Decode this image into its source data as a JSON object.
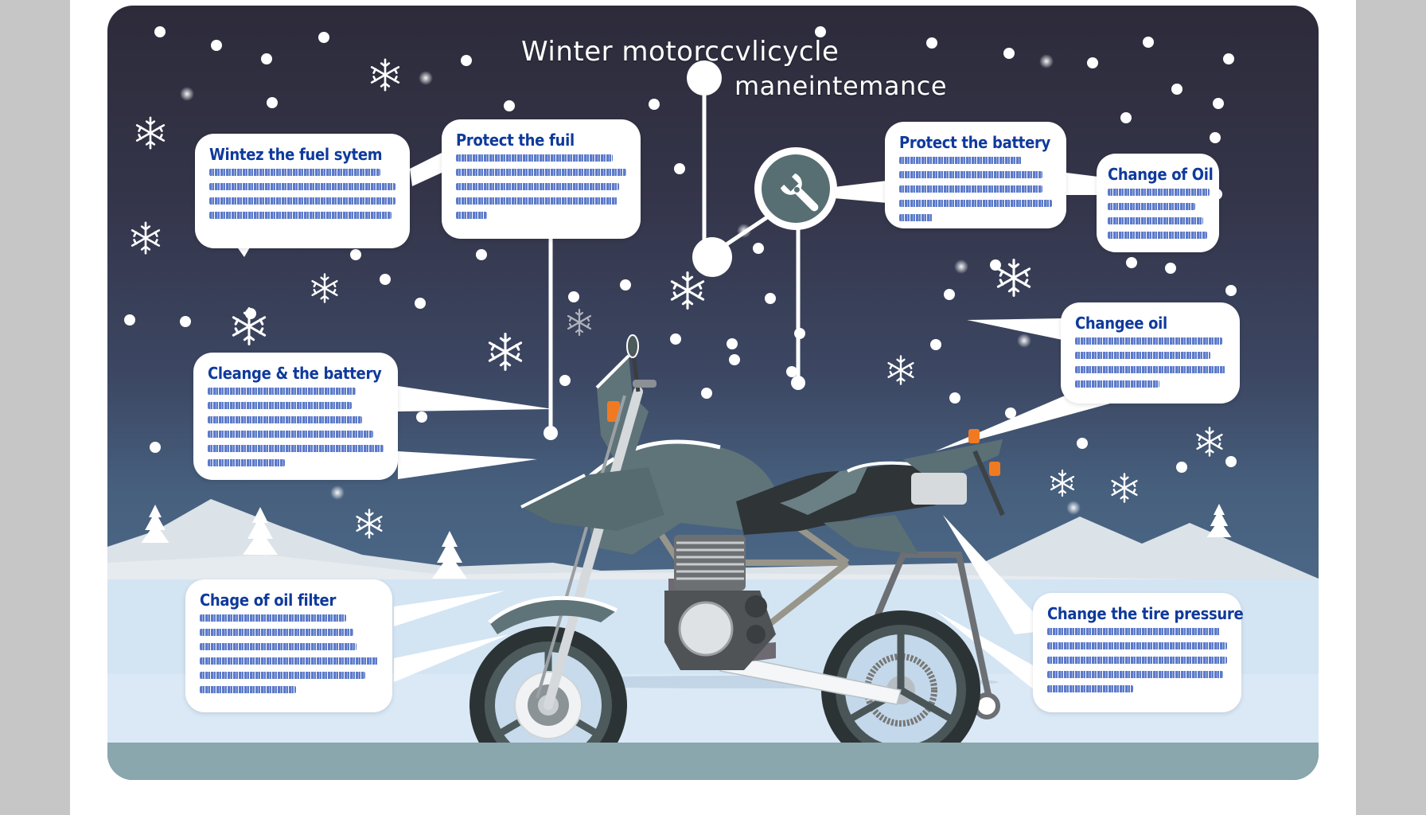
{
  "infographic": {
    "title_line1": "Winter motorccvlicycle",
    "title_line2": "maneintemance",
    "center_icon": "wrench-icon",
    "colors": {
      "sky_top": "#2d2b3a",
      "sky_bottom": "#4a6684",
      "callout_title": "#0f3a9c",
      "callout_text": "#3f63c0",
      "ground": "#d6e6f4",
      "footer_strip": "#89a7ad",
      "bike_body": "#5f7479",
      "accent_orange": "#f07a22"
    },
    "callouts": [
      {
        "id": "fuel-system",
        "title": "Wintez the fuel sytem",
        "body_lines": 4
      },
      {
        "id": "protect-fuel",
        "title": "Protect the fuil",
        "body_lines": 5
      },
      {
        "id": "protect-battery",
        "title": "Protect the battery",
        "body_lines": 5
      },
      {
        "id": "change-of-oil",
        "title": "Change of Oil",
        "body_lines": 4
      },
      {
        "id": "change-oil",
        "title": "Changee oil",
        "body_lines": 4
      },
      {
        "id": "clean-battery",
        "title": "Cleange & the battery",
        "body_lines": 6
      },
      {
        "id": "oil-filter",
        "title": "Chage of oil filter",
        "body_lines": 6
      },
      {
        "id": "tire-pressure",
        "title": "Change the tire pressure",
        "body_lines": 5
      }
    ]
  }
}
